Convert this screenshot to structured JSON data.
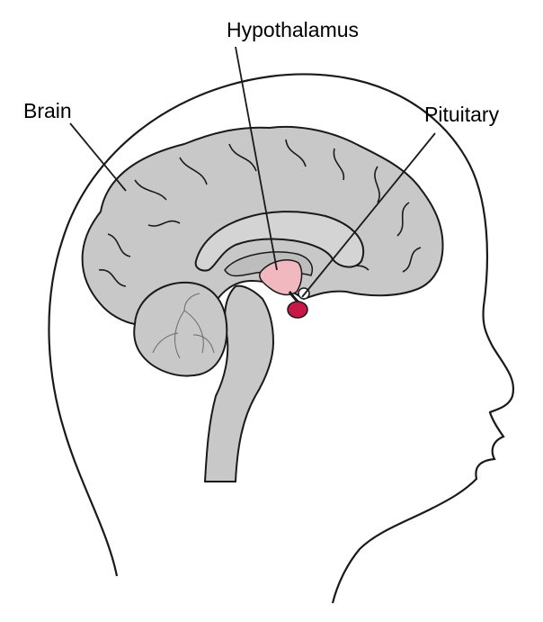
{
  "labels": {
    "hypothalamus": "Hypothalamus",
    "brain": "Brain",
    "pituitary": "Pituitary"
  },
  "colors": {
    "brain_fill": "#c8c8c8",
    "outline": "#1a1a1a",
    "hypothalamus_fill": "#f2b8c0",
    "pituitary_fill": "#c8184a",
    "background": "#ffffff"
  }
}
